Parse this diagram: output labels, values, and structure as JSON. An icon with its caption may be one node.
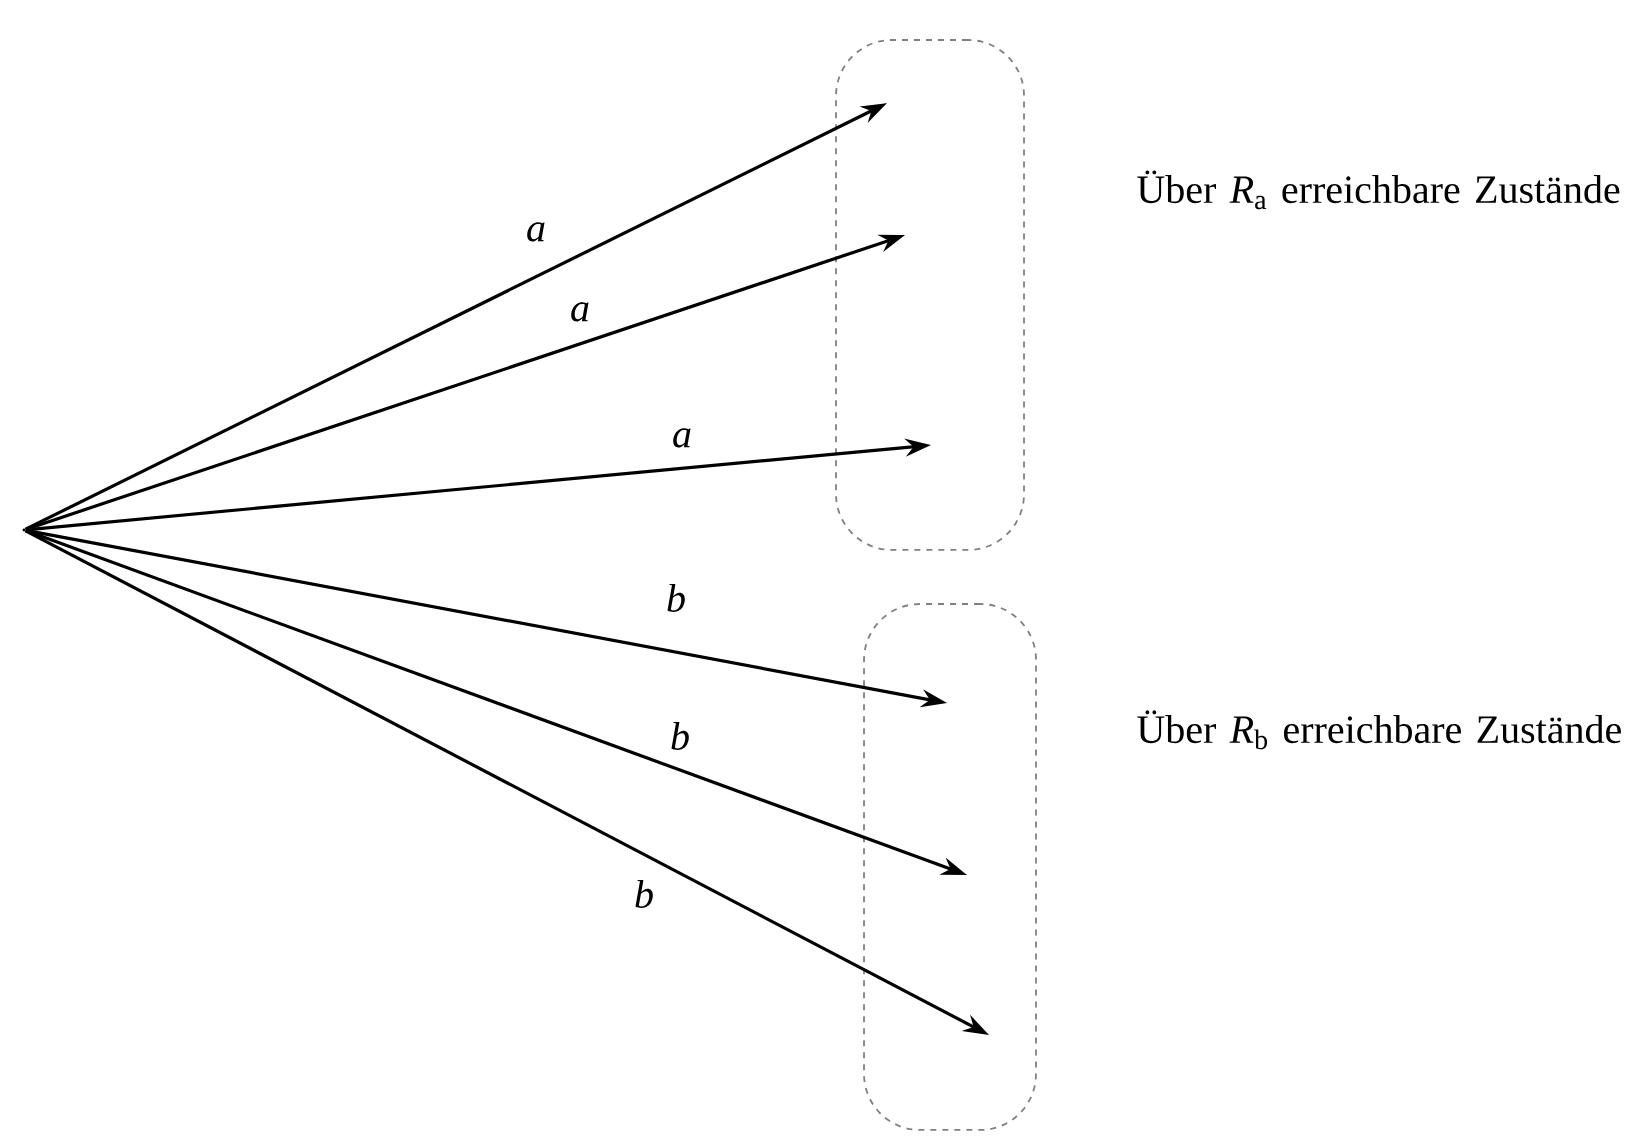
{
  "diagram": {
    "nodes": [
      {
        "text": [],
        "shape": "point"
      },
      {
        "text": [],
        "shape": "box",
        "beside": [
          "Über *R*$_{a}$ erreichbare Zustände"
        ]
      },
      {
        "text": [],
        "shape": "box",
        "beside": [
          "Über *R*$_{b}$ erreichbare Zustände"
        ]
      }
    ],
    "edges": [
      {
        "from": 0,
        "to": 1,
        "arrow": "to",
        "label": "a"
      },
      {
        "from": 0,
        "to": 1,
        "arrow": "to",
        "label": "a"
      },
      {
        "from": 0,
        "to": 1,
        "arrow": "to",
        "label": "a"
      },
      {
        "from": 0,
        "to": 2,
        "arrow": "to",
        "label": "b"
      },
      {
        "from": 0,
        "to": 2,
        "arrow": "to",
        "label": "b"
      },
      {
        "from": 0,
        "to": 2,
        "arrow": "to",
        "label": "b"
      }
    ]
  }
}
